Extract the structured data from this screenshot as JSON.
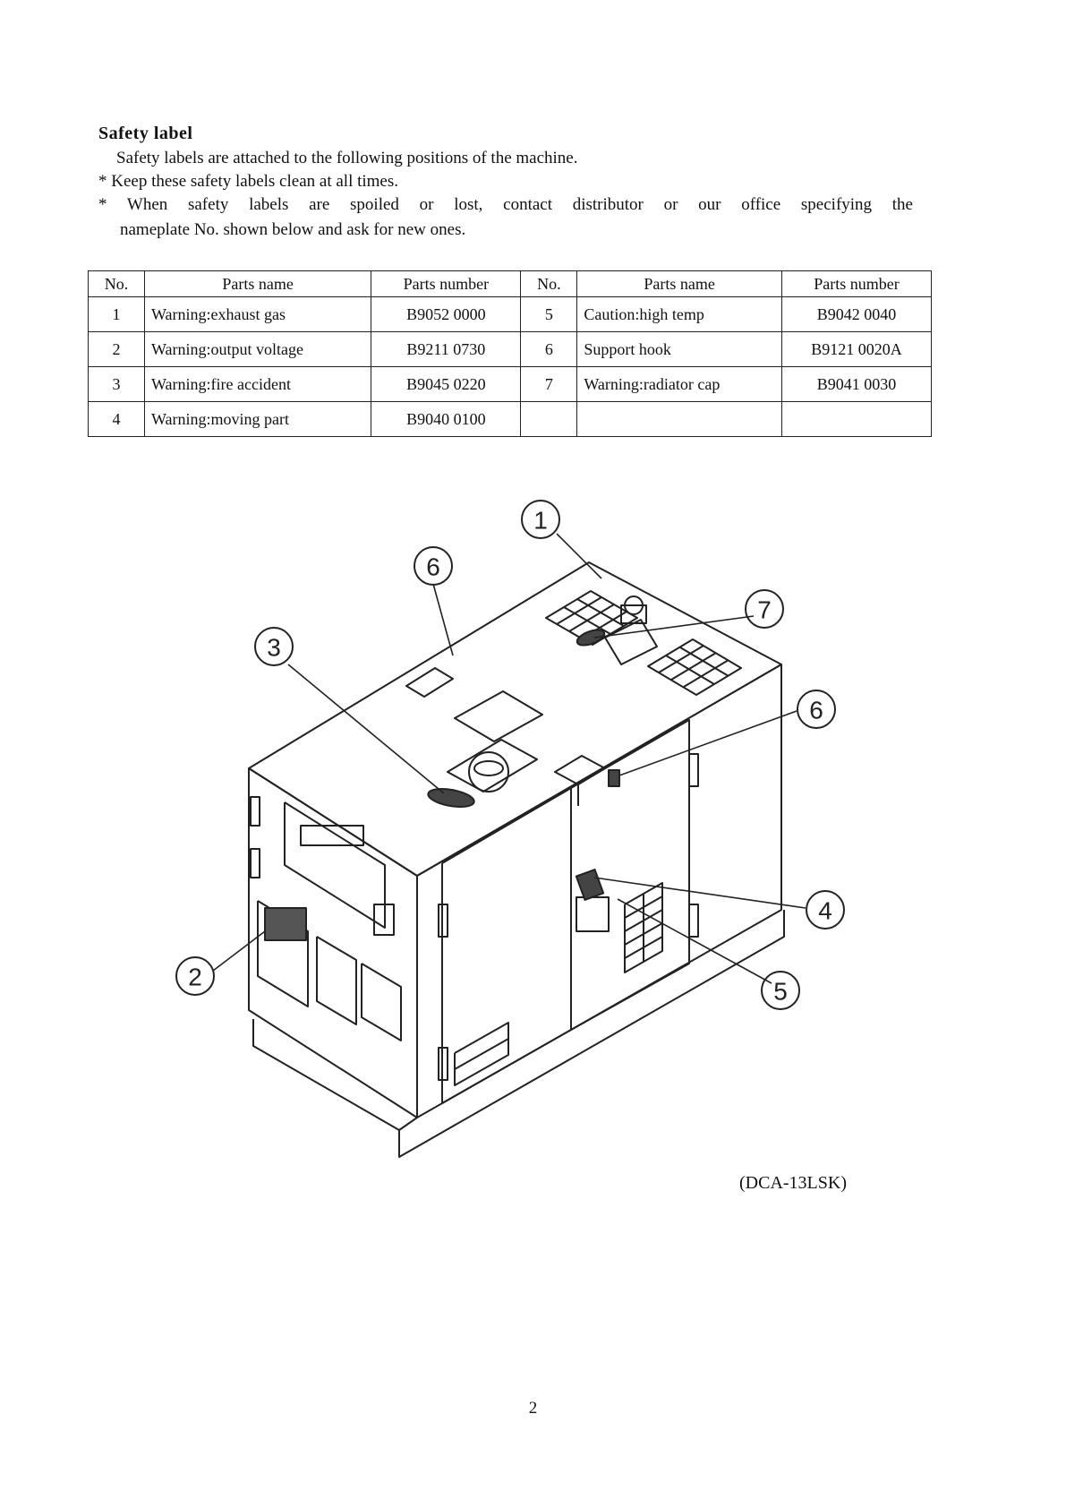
{
  "section": {
    "heading": "Safety label",
    "line1": "Safety labels are attached to the following positions of the machine.",
    "line2": "* Keep these safety labels clean at all times.",
    "line3": "* When safety labels are spoiled or lost, contact distributor or our office specifying the",
    "line4": "nameplate No. shown below and ask for new ones."
  },
  "table": {
    "headers": [
      "No.",
      "Parts name",
      "Parts number",
      "No.",
      "Parts name",
      "Parts number"
    ],
    "rows": [
      [
        "1",
        "Warning:exhaust gas",
        "B9052 0000",
        "5",
        "Caution:high temp",
        "B9042 0040"
      ],
      [
        "2",
        "Warning:output voltage",
        "B9211 0730",
        "6",
        "Support hook",
        "B9121 0020A"
      ],
      [
        "3",
        "Warning:fire accident",
        "B9045 0220",
        "7",
        "Warning:radiator cap",
        "B9041 0030"
      ],
      [
        "4",
        "Warning:moving part",
        "B9040 0100",
        "",
        "",
        ""
      ]
    ]
  },
  "diagram": {
    "callouts": [
      "1",
      "6",
      "7",
      "3",
      "6",
      "4",
      "2",
      "5"
    ]
  },
  "model": "(DCA-13LSK)",
  "page_number": "2"
}
